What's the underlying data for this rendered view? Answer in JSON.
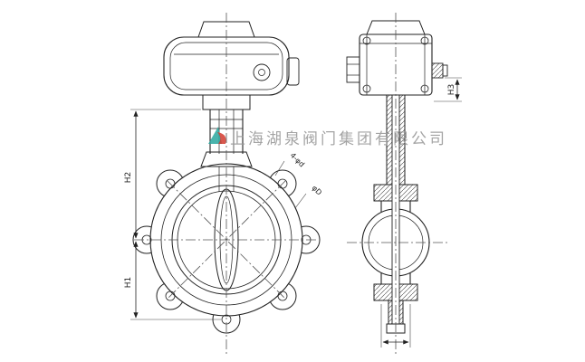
{
  "watermark": {
    "text": "上海湖泉阀门集团有限公司",
    "color": "#9b9b9b"
  },
  "labels": {
    "h1": "H1",
    "h2": "H2",
    "h3": "H3",
    "bolt_callout": "4-φd",
    "bore_callout": "φD"
  },
  "colors": {
    "line": "#222222",
    "centerline": "#555555",
    "hatch": "#444444",
    "logo_teal": "#2aa79f",
    "logo_red": "#d23b2f",
    "background": "#ffffff"
  }
}
